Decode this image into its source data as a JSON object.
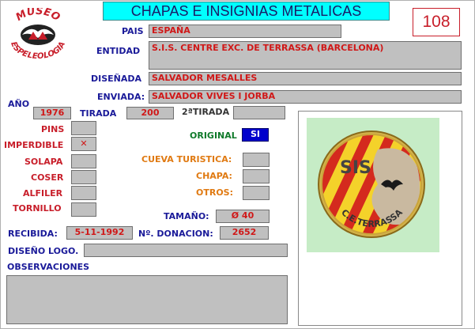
{
  "header": {
    "title": "CHAPAS E INSIGNIAS METALICAS",
    "number": "108",
    "logo_text_top": "MUSEO",
    "logo_text_bottom": "ESPELEOLOGIA"
  },
  "fields": {
    "pais": {
      "label": "PAIS",
      "value": "ESPAÑA"
    },
    "entidad": {
      "label": "ENTIDAD",
      "value": "S.I.S. CENTRE EXC. DE TERRASSA (BARCELONA)"
    },
    "disenada": {
      "label": "DISEÑADA",
      "value": "SALVADOR MESALLES"
    },
    "enviada": {
      "label": "ENVIADA:",
      "value": "SALVADOR VIVES I JORBA"
    },
    "ano": {
      "label": "AÑO",
      "value": "1976"
    },
    "tirada": {
      "label": "TIRADA",
      "value": "200"
    },
    "segunda_tirada": {
      "label": "2ªTIRADA",
      "value": ""
    },
    "pins": {
      "label": "PINS",
      "value": ""
    },
    "imperdible": {
      "label": "IMPERDIBLE",
      "value": "✕"
    },
    "solapa": {
      "label": "SOLAPA",
      "value": ""
    },
    "coser": {
      "label": "COSER",
      "value": ""
    },
    "alfiler": {
      "label": "ALFILER",
      "value": ""
    },
    "tornillo": {
      "label": "TORNILLO",
      "value": ""
    },
    "original": {
      "label": "ORIGINAL",
      "value": "SI"
    },
    "cueva_turistica": {
      "label": "CUEVA TURISTICA:",
      "value": ""
    },
    "chapa": {
      "label": "CHAPA:",
      "value": ""
    },
    "otros": {
      "label": "OTROS:",
      "value": ""
    },
    "tamano": {
      "label": "TAMAÑO:",
      "value": "Ø 40"
    },
    "recibida": {
      "label": "RECIBIDA:",
      "value": "5-11-1992"
    },
    "donacion": {
      "label": "Nº. DONACION:",
      "value": "2652"
    },
    "diseno_logo": {
      "label": "DISEÑO LOGO.",
      "value": ""
    },
    "observaciones": {
      "label": "OBSERVACIONES",
      "value": ""
    }
  },
  "badge": {
    "text_top": "SIS",
    "text_bottom": "C.E.TERRASSA"
  },
  "colors": {
    "title_bg": "#00ffff",
    "number_border": "#c81e2a",
    "field_bg": "#c0c0c0",
    "original_bg": "#0000cc",
    "label_blue": "#1a1a99",
    "label_red": "#c81e2a",
    "label_orange": "#e07a12",
    "label_green": "#0f7a2a",
    "photo_bg": "#c6ecc6"
  }
}
